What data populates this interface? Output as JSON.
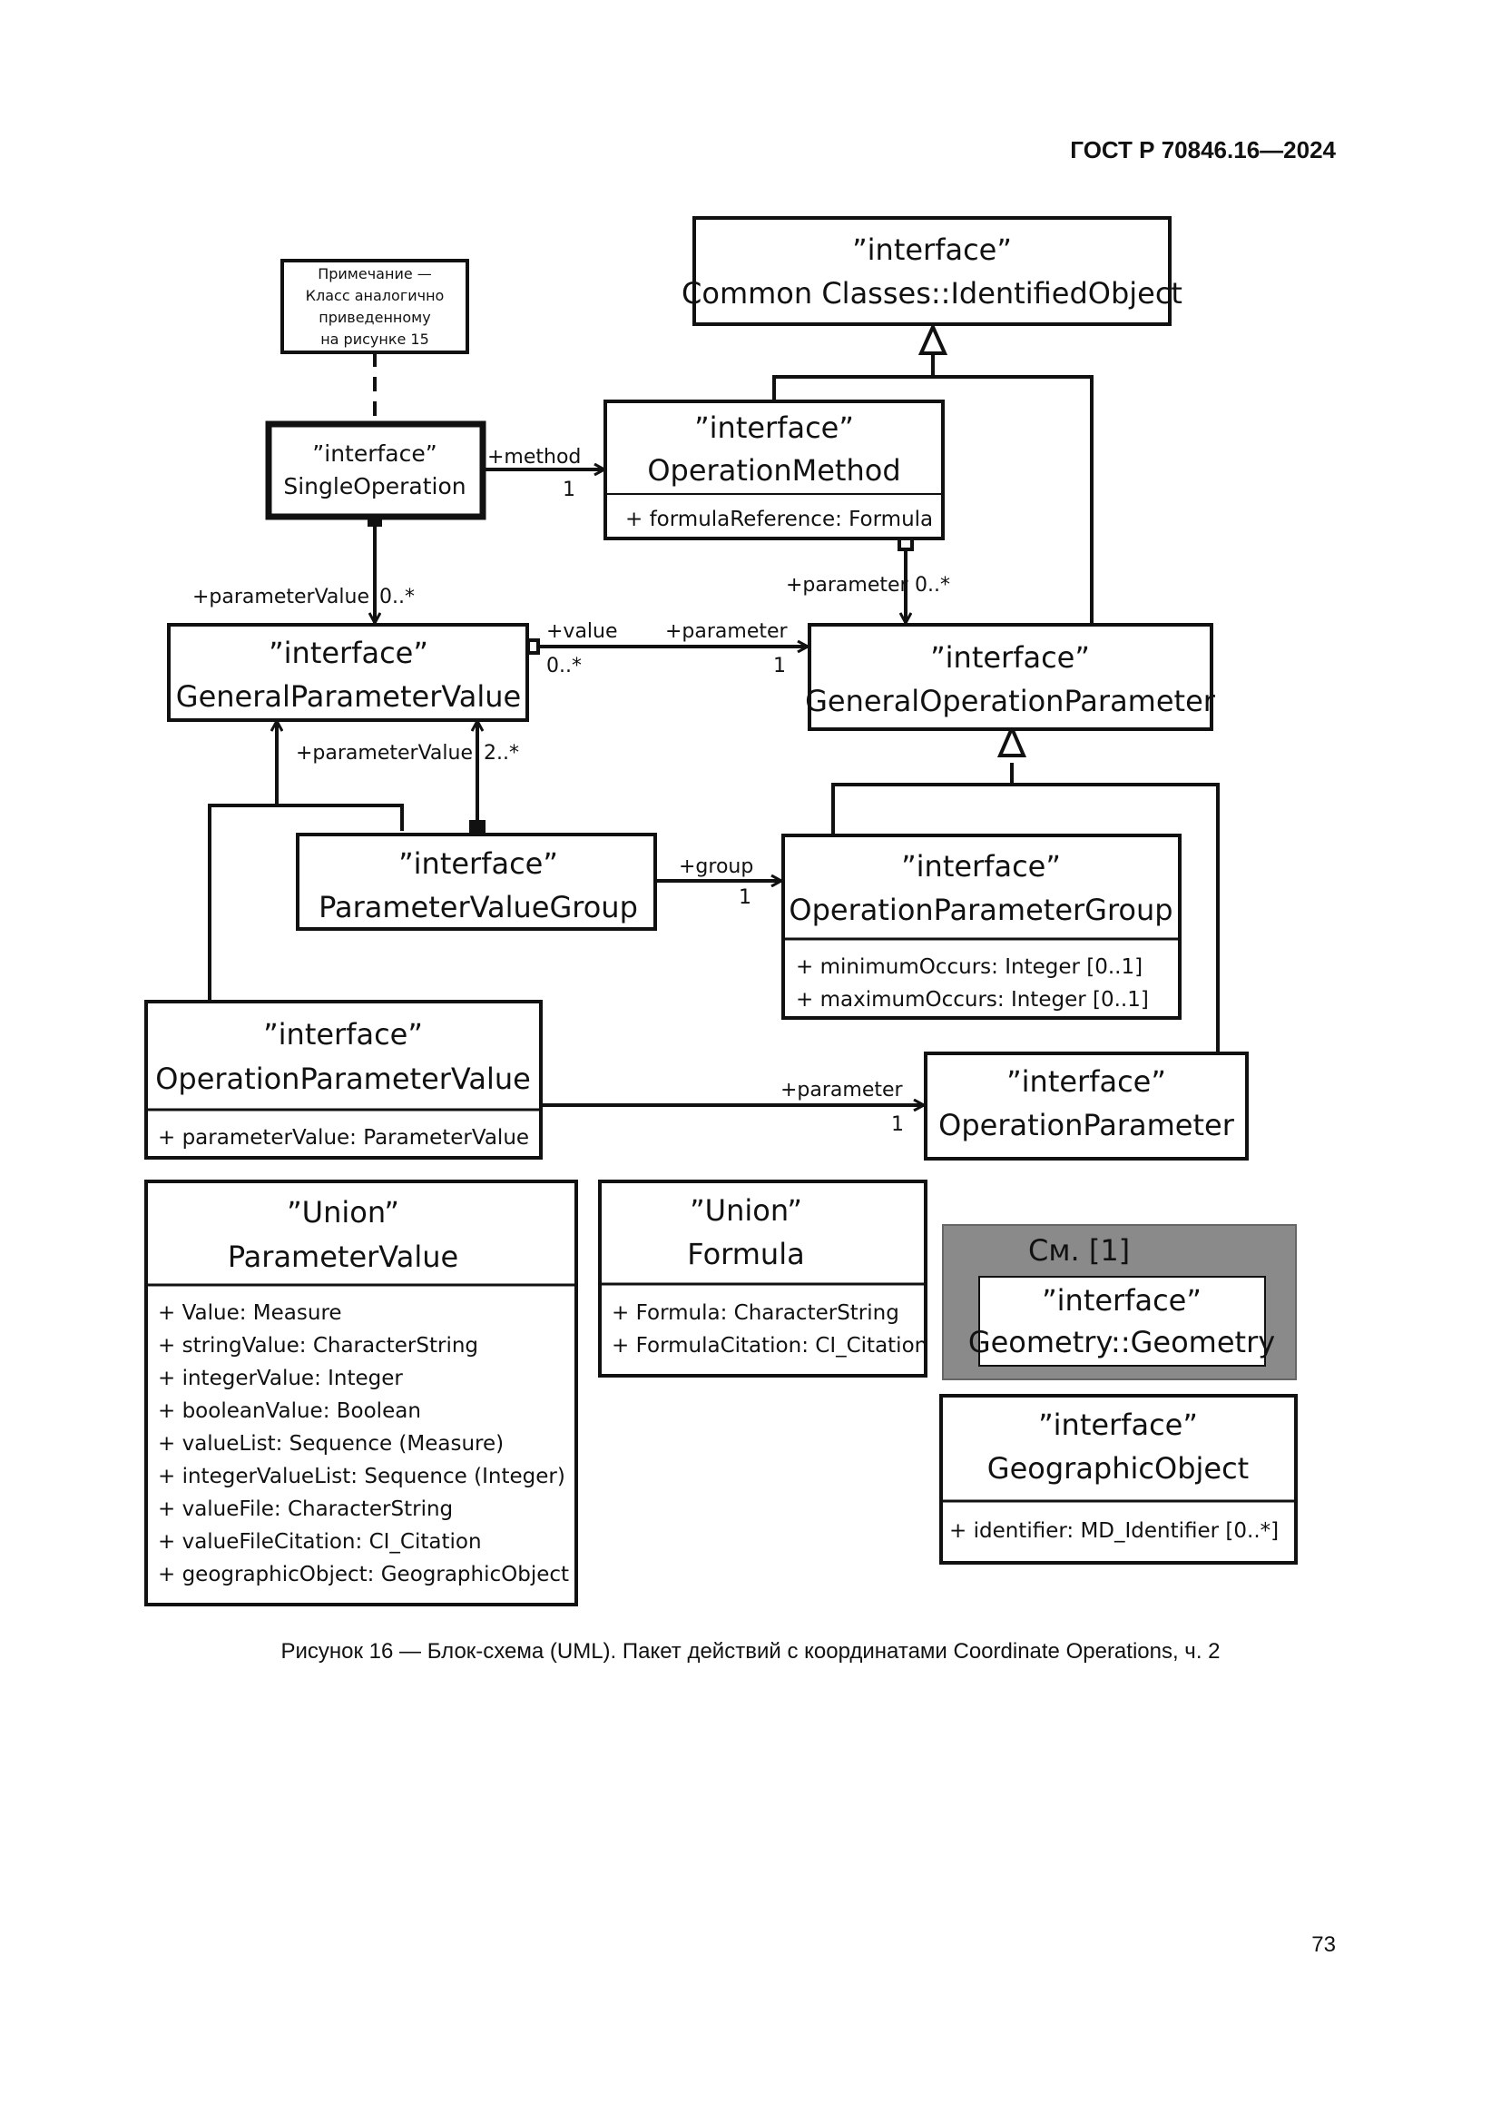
{
  "header": {
    "doc_number": "ГОСТ Р 70846.16—2024"
  },
  "figure": {
    "note": [
      "Примечание —",
      "Класс аналогично",
      "приведенному",
      "на рисунке 15"
    ],
    "classes": {
      "identified_object": {
        "stereotype": "”interface”",
        "name": "Common Classes::IdentifiedObject"
      },
      "single_operation": {
        "stereotype": "”interface”",
        "name": "SingleOperation"
      },
      "operation_method": {
        "stereotype": "”interface”",
        "name": "OperationMethod",
        "attrs": [
          "+ formulaReference: Formula"
        ]
      },
      "general_parameter_value": {
        "stereotype": "”interface”",
        "name": "GeneralParameterValue"
      },
      "general_operation_parameter": {
        "stereotype": "”interface”",
        "name": "GeneralOperationParameter"
      },
      "parameter_value_group": {
        "stereotype": "”interface”",
        "name": "ParameterValueGroup"
      },
      "operation_parameter_group": {
        "stereotype": "”interface”",
        "name": "OperationParameterGroup",
        "attrs": [
          "+ minimumOccurs: Integer [0..1]",
          "+ maximumOccurs: Integer [0..1]"
        ]
      },
      "operation_parameter_value": {
        "stereotype": "”interface”",
        "name": "OperationParameterValue",
        "attrs": [
          "+ parameterValue: ParameterValue"
        ]
      },
      "operation_parameter": {
        "stereotype": "”interface”",
        "name": "OperationParameter"
      },
      "parameter_value_union": {
        "stereotype": "”Union”",
        "name": "ParameterValue",
        "attrs": [
          "+ Value: Measure",
          "+ stringValue: CharacterString",
          "+ integerValue: Integer",
          "+ booleanValue: Boolean",
          "+ valueList: Sequence (Measure)",
          "+ integerValueList: Sequence (Integer)",
          "+ valueFile: CharacterString",
          "+ valueFileCitation: CI_Citation",
          "+ geographicObject: GeographicObject"
        ]
      },
      "formula_union": {
        "stereotype": "”Union”",
        "name": "Formula",
        "attrs": [
          "+ Formula: CharacterString",
          "+ FormulaCitation: CI_Citation"
        ]
      },
      "geometry": {
        "reference": "См. [1]",
        "stereotype": "”interface”",
        "name": "Geometry::Geometry"
      },
      "geographic_object": {
        "stereotype": "”interface”",
        "name": "GeographicObject",
        "attrs": [
          "+ identifier: MD_Identifier [0..*]"
        ]
      }
    },
    "roles": {
      "method": "+method",
      "method_mult": "1",
      "param_value_a": "+parameterValue",
      "param_value_a_mult": "0..*",
      "param_b": "+parameter",
      "param_b_mult": "0..*",
      "value": "+value",
      "value_mult": "0..*",
      "parameter_c": "+parameter",
      "parameter_c_mult": "1",
      "param_value_d": "+parameterValue",
      "param_value_d_mult": "2..*",
      "group": "+group",
      "group_mult": "1",
      "parameter_e": "+parameter",
      "parameter_e_mult": "1"
    },
    "caption": "Рисунок 16 — Блок-схема (UML). Пакет действий с координатами Coordinate Operations, ч. 2"
  },
  "page_number": "73"
}
